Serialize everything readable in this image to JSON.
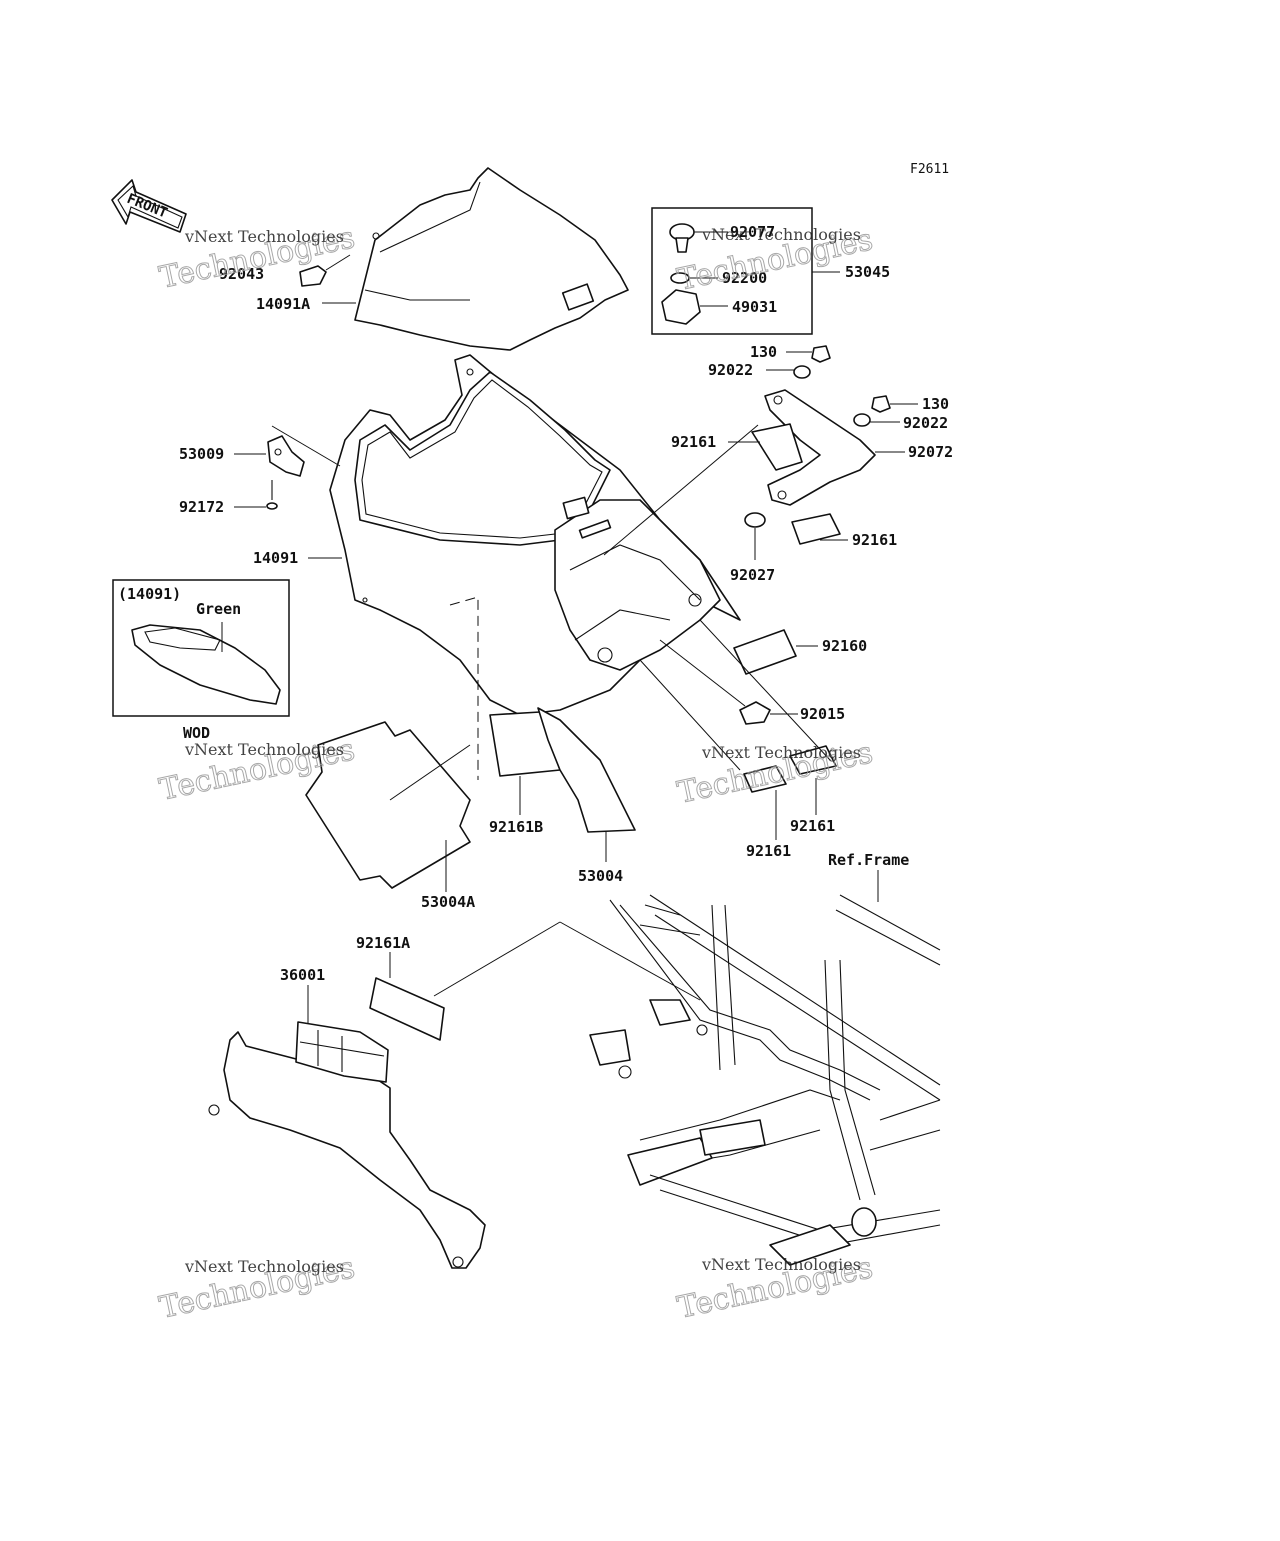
{
  "figure_code": "F2611",
  "front_label": "FRONT",
  "inset": {
    "ref": "(14091)",
    "color_label": "Green",
    "caption": "WOD"
  },
  "frame_ref": "Ref.Frame",
  "watermark": {
    "line1": "vNext Technologies",
    "line2": "Technologies"
  },
  "callouts": {
    "p92043": "92043",
    "p14091A": "14091A",
    "p92077": "92077",
    "p92200": "92200",
    "p49031": "49031",
    "p53045": "53045",
    "p130a": "130",
    "p92022a": "92022",
    "p130b": "130",
    "p92022b": "92022",
    "p92161a": "92161",
    "p92072": "92072",
    "p53009": "53009",
    "p92172": "92172",
    "p92161b": "92161",
    "p14091": "14091",
    "p92027": "92027",
    "p92160": "92160",
    "p92015": "92015",
    "p92161B": "92161B",
    "p92161c": "92161",
    "p92161d": "92161",
    "p53004": "53004",
    "p53004A": "53004A",
    "p92161A": "92161A",
    "p36001": "36001"
  }
}
